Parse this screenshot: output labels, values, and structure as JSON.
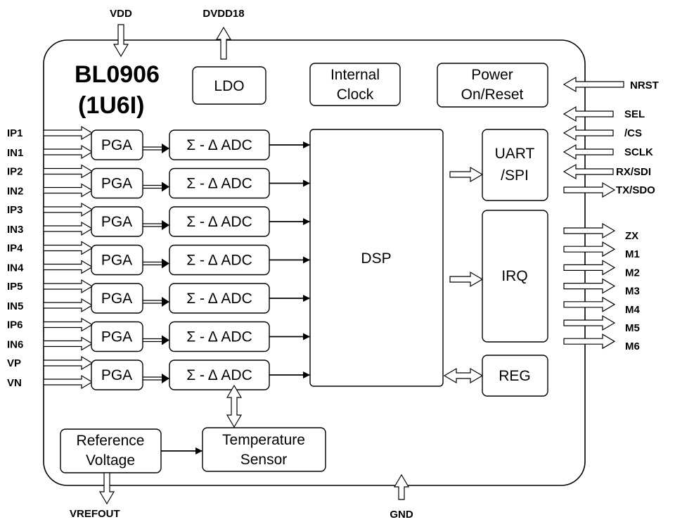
{
  "chip": {
    "title": "BL0906",
    "subtitle": "(1U6I)"
  },
  "top_pins": {
    "vdd": "VDD",
    "dvdd18": "DVDD18"
  },
  "bottom_pins": {
    "vrefout": "VREFOUT",
    "gnd": "GND"
  },
  "blocks": {
    "ldo": [
      "LDO"
    ],
    "clock": [
      "Internal",
      "Clock"
    ],
    "power": [
      "Power",
      "On/Reset"
    ],
    "dsp": [
      "DSP"
    ],
    "uart": [
      "UART",
      "/SPI"
    ],
    "irq": [
      "IRQ"
    ],
    "reg": [
      "REG"
    ],
    "reference": [
      "Reference",
      "Voltage"
    ],
    "temperature": [
      "Temperature",
      "Sensor"
    ]
  },
  "channels": [
    {
      "pos": "IP1",
      "neg": "IN1",
      "pga": "PGA",
      "adc": "Σ - Δ ADC"
    },
    {
      "pos": "IP2",
      "neg": "IN2",
      "pga": "PGA",
      "adc": "Σ - Δ ADC"
    },
    {
      "pos": "IP3",
      "neg": "IN3",
      "pga": "PGA",
      "adc": "Σ - Δ ADC"
    },
    {
      "pos": "IP4",
      "neg": "IN4",
      "pga": "PGA",
      "adc": "Σ - Δ ADC"
    },
    {
      "pos": "IP5",
      "neg": "IN5",
      "pga": "PGA",
      "adc": "Σ - Δ ADC"
    },
    {
      "pos": "IP6",
      "neg": "IN6",
      "pga": "PGA",
      "adc": "Σ - Δ ADC"
    },
    {
      "pos": "VP",
      "neg": "VN",
      "pga": "PGA",
      "adc": "Σ - Δ ADC"
    }
  ],
  "right_pins": {
    "nrst": "NRST",
    "comm": [
      "SEL",
      "/CS",
      "SCLK",
      "RX/SDI",
      "TX/SDO"
    ],
    "irq_outputs": [
      "ZX",
      "M1",
      "M2",
      "M3",
      "M4",
      "M5",
      "M6"
    ]
  }
}
